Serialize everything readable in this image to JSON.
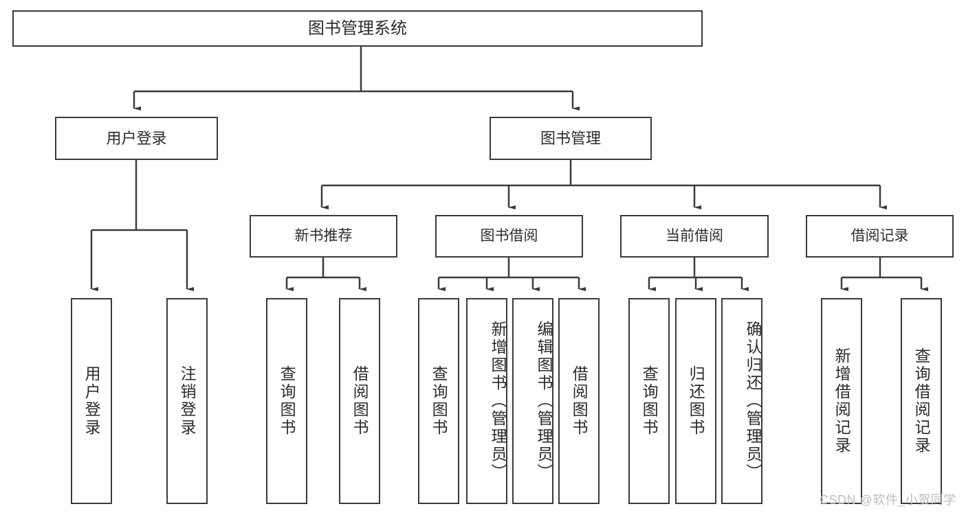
{
  "diagram": {
    "title": "图书管理系统",
    "root": {
      "label": "图书管理系统"
    },
    "level1": [
      {
        "label": "用户登录"
      },
      {
        "label": "图书管理"
      }
    ],
    "level2": [
      {
        "label": "新书推荐"
      },
      {
        "label": "图书借阅"
      },
      {
        "label": "当前借阅"
      },
      {
        "label": "借阅记录"
      }
    ],
    "leaves": {
      "user_login": [
        {
          "label": "用户登录"
        },
        {
          "label": "注销登录"
        }
      ],
      "new_book_recommend": [
        {
          "label": "查询图书"
        },
        {
          "label": "借阅图书"
        }
      ],
      "book_borrow": [
        {
          "label": "查询图书"
        },
        {
          "label": "新增图书（管理员）"
        },
        {
          "label": "编辑图书（管理员）"
        },
        {
          "label": "借阅图书"
        }
      ],
      "current_borrow": [
        {
          "label": "查询图书"
        },
        {
          "label": "归还图书"
        },
        {
          "label": "确认归还（管理员）"
        }
      ],
      "borrow_record": [
        {
          "label": "新增借阅记录"
        },
        {
          "label": "查询借阅记录"
        }
      ]
    }
  },
  "watermark": {
    "text": "CSDN @软件_小贺同学"
  },
  "colors": {
    "stroke": "#3a3a3a",
    "fill": "#ffffff",
    "text": "#2b2b2b",
    "watermark": "#bdbdbd"
  }
}
